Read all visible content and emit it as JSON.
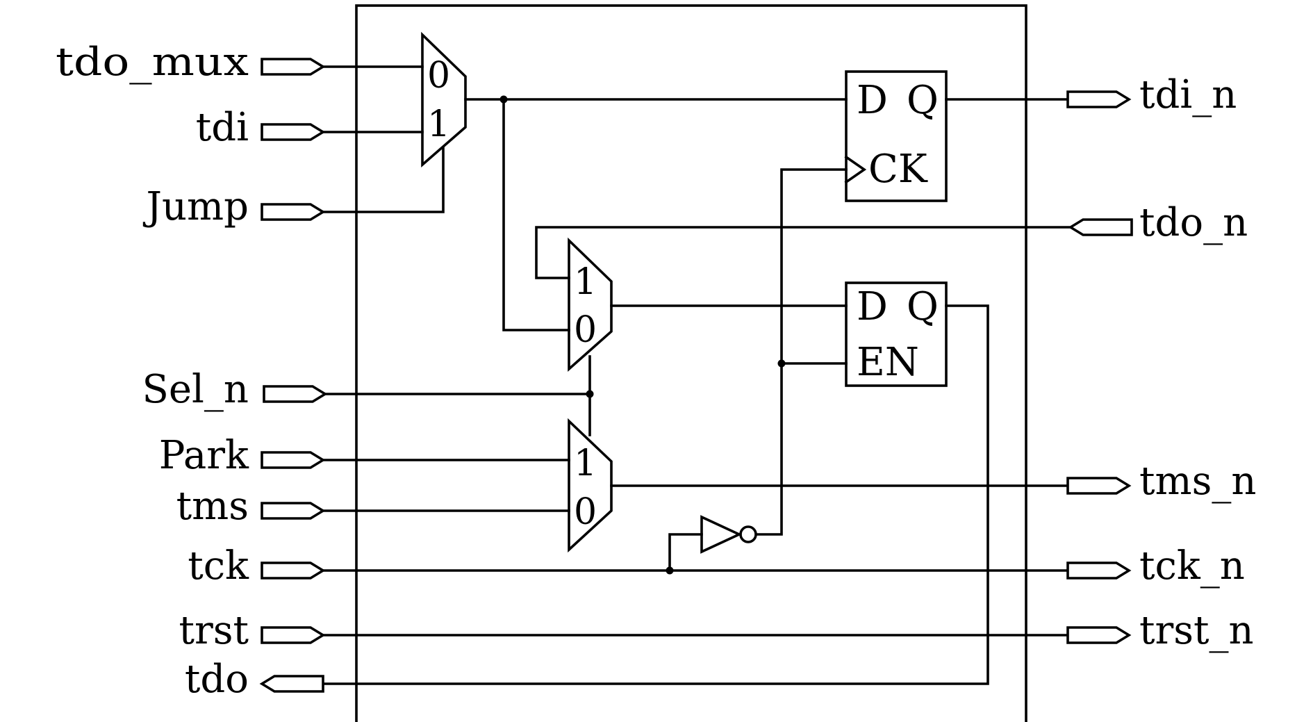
{
  "inputs": {
    "tdo_mux": "tdo_mux",
    "tdi": "tdi",
    "jump": "Jump",
    "sel_n": "Sel_n",
    "park": "Park",
    "tms": "tms",
    "tck": "tck",
    "trst": "trst",
    "tdo": "tdo"
  },
  "outputs": {
    "tdi_n": "tdi_n",
    "tdo_n": "tdo_n",
    "tms_n": "tms_n",
    "tck_n": "tck_n",
    "trst_n": "trst_n"
  },
  "mux_top": {
    "in0": "0",
    "in1": "1"
  },
  "mux_mid": {
    "in1": "1",
    "in0": "0"
  },
  "mux_bot": {
    "in1": "1",
    "in0": "0"
  },
  "ff_top": {
    "d": "D",
    "q": "Q",
    "ck": "CK"
  },
  "ff_bot": {
    "d": "D",
    "q": "Q",
    "en": "EN"
  }
}
